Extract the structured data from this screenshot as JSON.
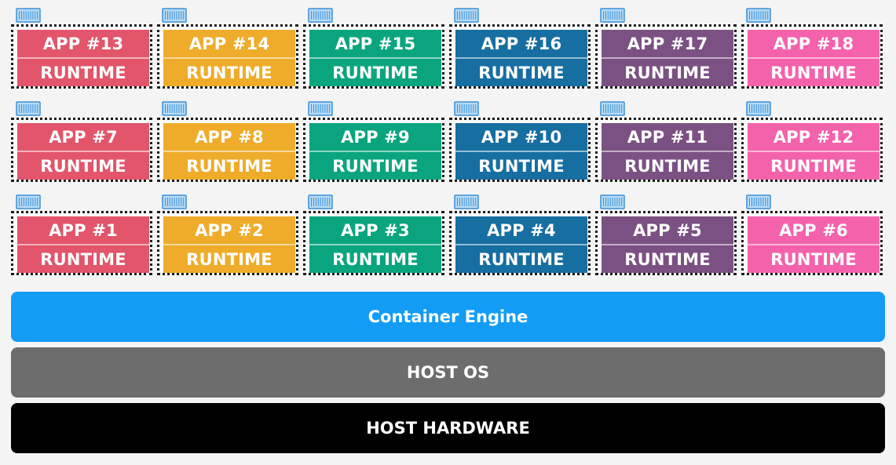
{
  "colors": {
    "red": "#e2556a",
    "yellow": "#efac2a",
    "green": "#0aa57f",
    "blue": "#176ea1",
    "purple": "#7b5183",
    "pink": "#f562ac",
    "engine": "#129cf5",
    "hostos": "#6d6d6d",
    "hardware": "#000000",
    "badge_fill": "#b8dcf6",
    "badge_stroke": "#3a8fd6"
  },
  "container_icon": "shipping-container-icon",
  "rows": [
    {
      "containers": [
        {
          "app": "APP #13",
          "runtime": "RUNTIME",
          "color": "red"
        },
        {
          "app": "APP #14",
          "runtime": "RUNTIME",
          "color": "yellow"
        },
        {
          "app": "APP #15",
          "runtime": "RUNTIME",
          "color": "green"
        },
        {
          "app": "APP #16",
          "runtime": "RUNTIME",
          "color": "blue"
        },
        {
          "app": "APP #17",
          "runtime": "RUNTIME",
          "color": "purple"
        },
        {
          "app": "APP #18",
          "runtime": "RUNTIME",
          "color": "pink"
        }
      ]
    },
    {
      "containers": [
        {
          "app": "APP #7",
          "runtime": "RUNTIME",
          "color": "red"
        },
        {
          "app": "APP #8",
          "runtime": "RUNTIME",
          "color": "yellow"
        },
        {
          "app": "APP #9",
          "runtime": "RUNTIME",
          "color": "green"
        },
        {
          "app": "APP #10",
          "runtime": "RUNTIME",
          "color": "blue"
        },
        {
          "app": "APP #11",
          "runtime": "RUNTIME",
          "color": "purple"
        },
        {
          "app": "APP #12",
          "runtime": "RUNTIME",
          "color": "pink"
        }
      ]
    },
    {
      "containers": [
        {
          "app": "APP #1",
          "runtime": "RUNTIME",
          "color": "red"
        },
        {
          "app": "APP #2",
          "runtime": "RUNTIME",
          "color": "yellow"
        },
        {
          "app": "APP #3",
          "runtime": "RUNTIME",
          "color": "green"
        },
        {
          "app": "APP #4",
          "runtime": "RUNTIME",
          "color": "blue"
        },
        {
          "app": "APP #5",
          "runtime": "RUNTIME",
          "color": "purple"
        },
        {
          "app": "APP #6",
          "runtime": "RUNTIME",
          "color": "pink"
        }
      ]
    }
  ],
  "layers": {
    "engine": "Container Engine",
    "hostos": "HOST OS",
    "hardware": "HOST HARDWARE"
  }
}
